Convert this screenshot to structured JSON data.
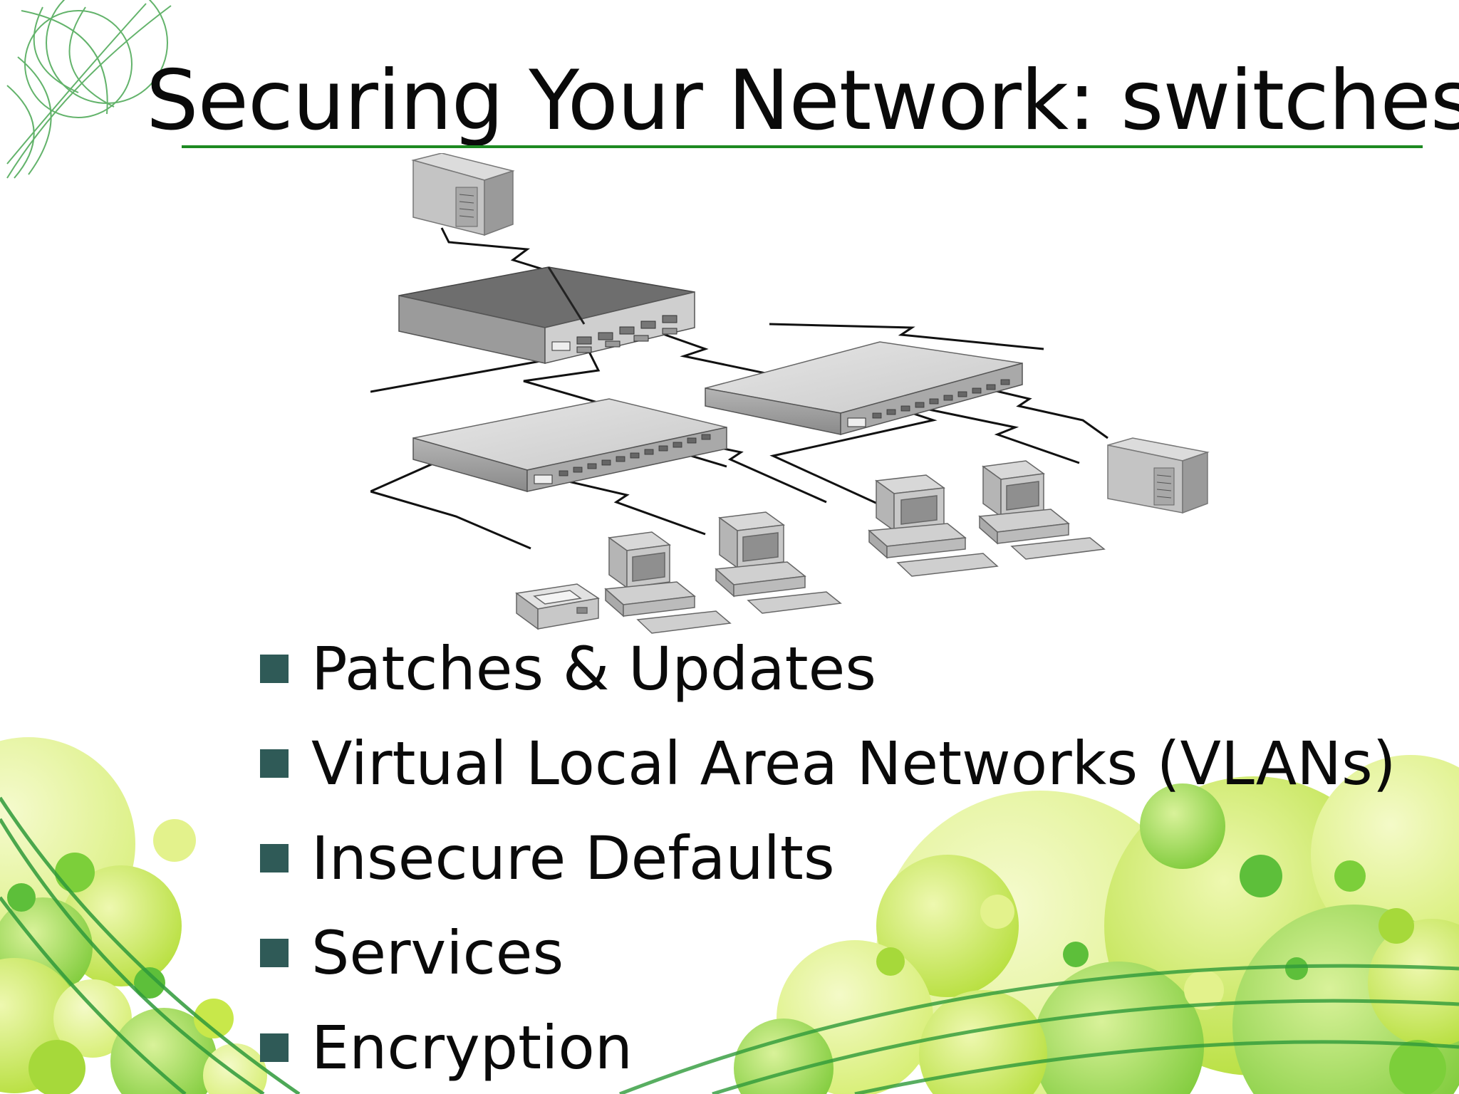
{
  "slide": {
    "title": "Securing Your Network: switches",
    "bullets": [
      "Patches & Updates",
      "Virtual Local Area Networks (VLANs)",
      "Insecure Defaults",
      "Services",
      "Encryption"
    ]
  },
  "theme": {
    "accent": "#1d8a22",
    "bullet_color": "#2f5a57",
    "bubble_colors": [
      "#c8e84a",
      "#a6d93a",
      "#7ccf3a",
      "#e3f28c",
      "#5dbf3a"
    ]
  },
  "diagram": {
    "icons": [
      "server-icon",
      "switch-icon",
      "desktop-computer-icon",
      "printer-icon"
    ]
  }
}
